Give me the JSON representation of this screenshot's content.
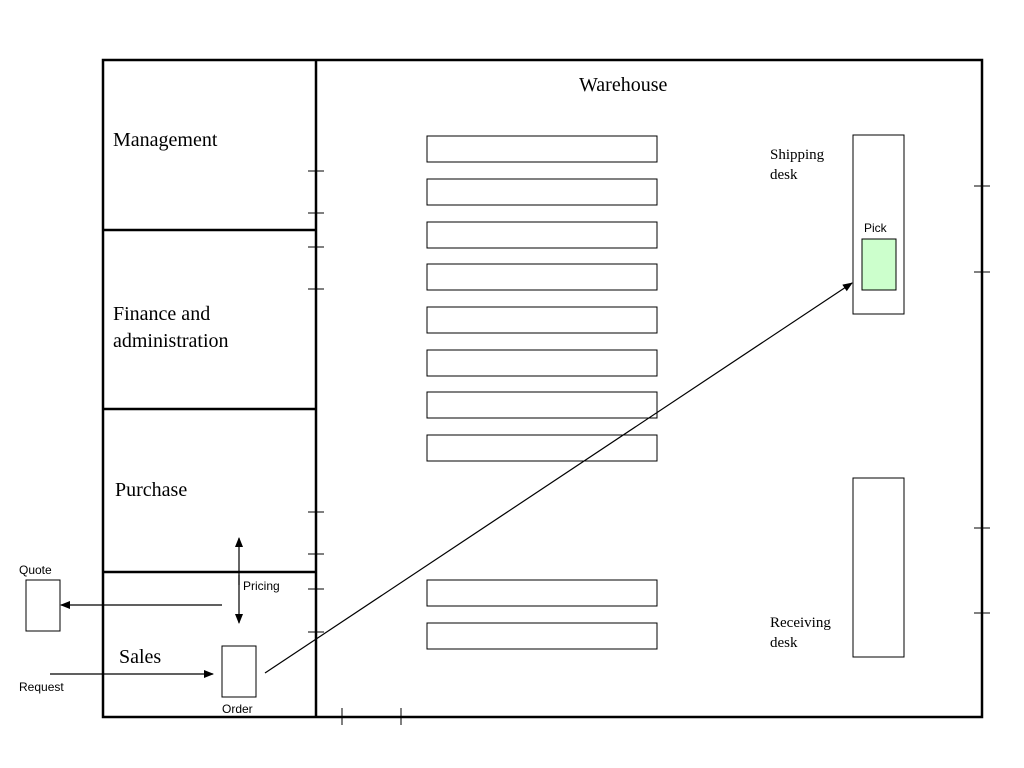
{
  "labels": {
    "warehouse": "Warehouse",
    "management": "Management",
    "finance_line1": "Finance and",
    "finance_line2": "administration",
    "purchase": "Purchase",
    "sales": "Sales",
    "shipping_line1": "Shipping",
    "shipping_line2": "desk",
    "receiving_line1": "Receiving",
    "receiving_line2": "desk",
    "pick": "Pick",
    "pricing": "Pricing",
    "quote": "Quote",
    "request": "Request",
    "order": "Order"
  },
  "colors": {
    "line": "#000000",
    "pick_fill": "#ccffcc"
  }
}
